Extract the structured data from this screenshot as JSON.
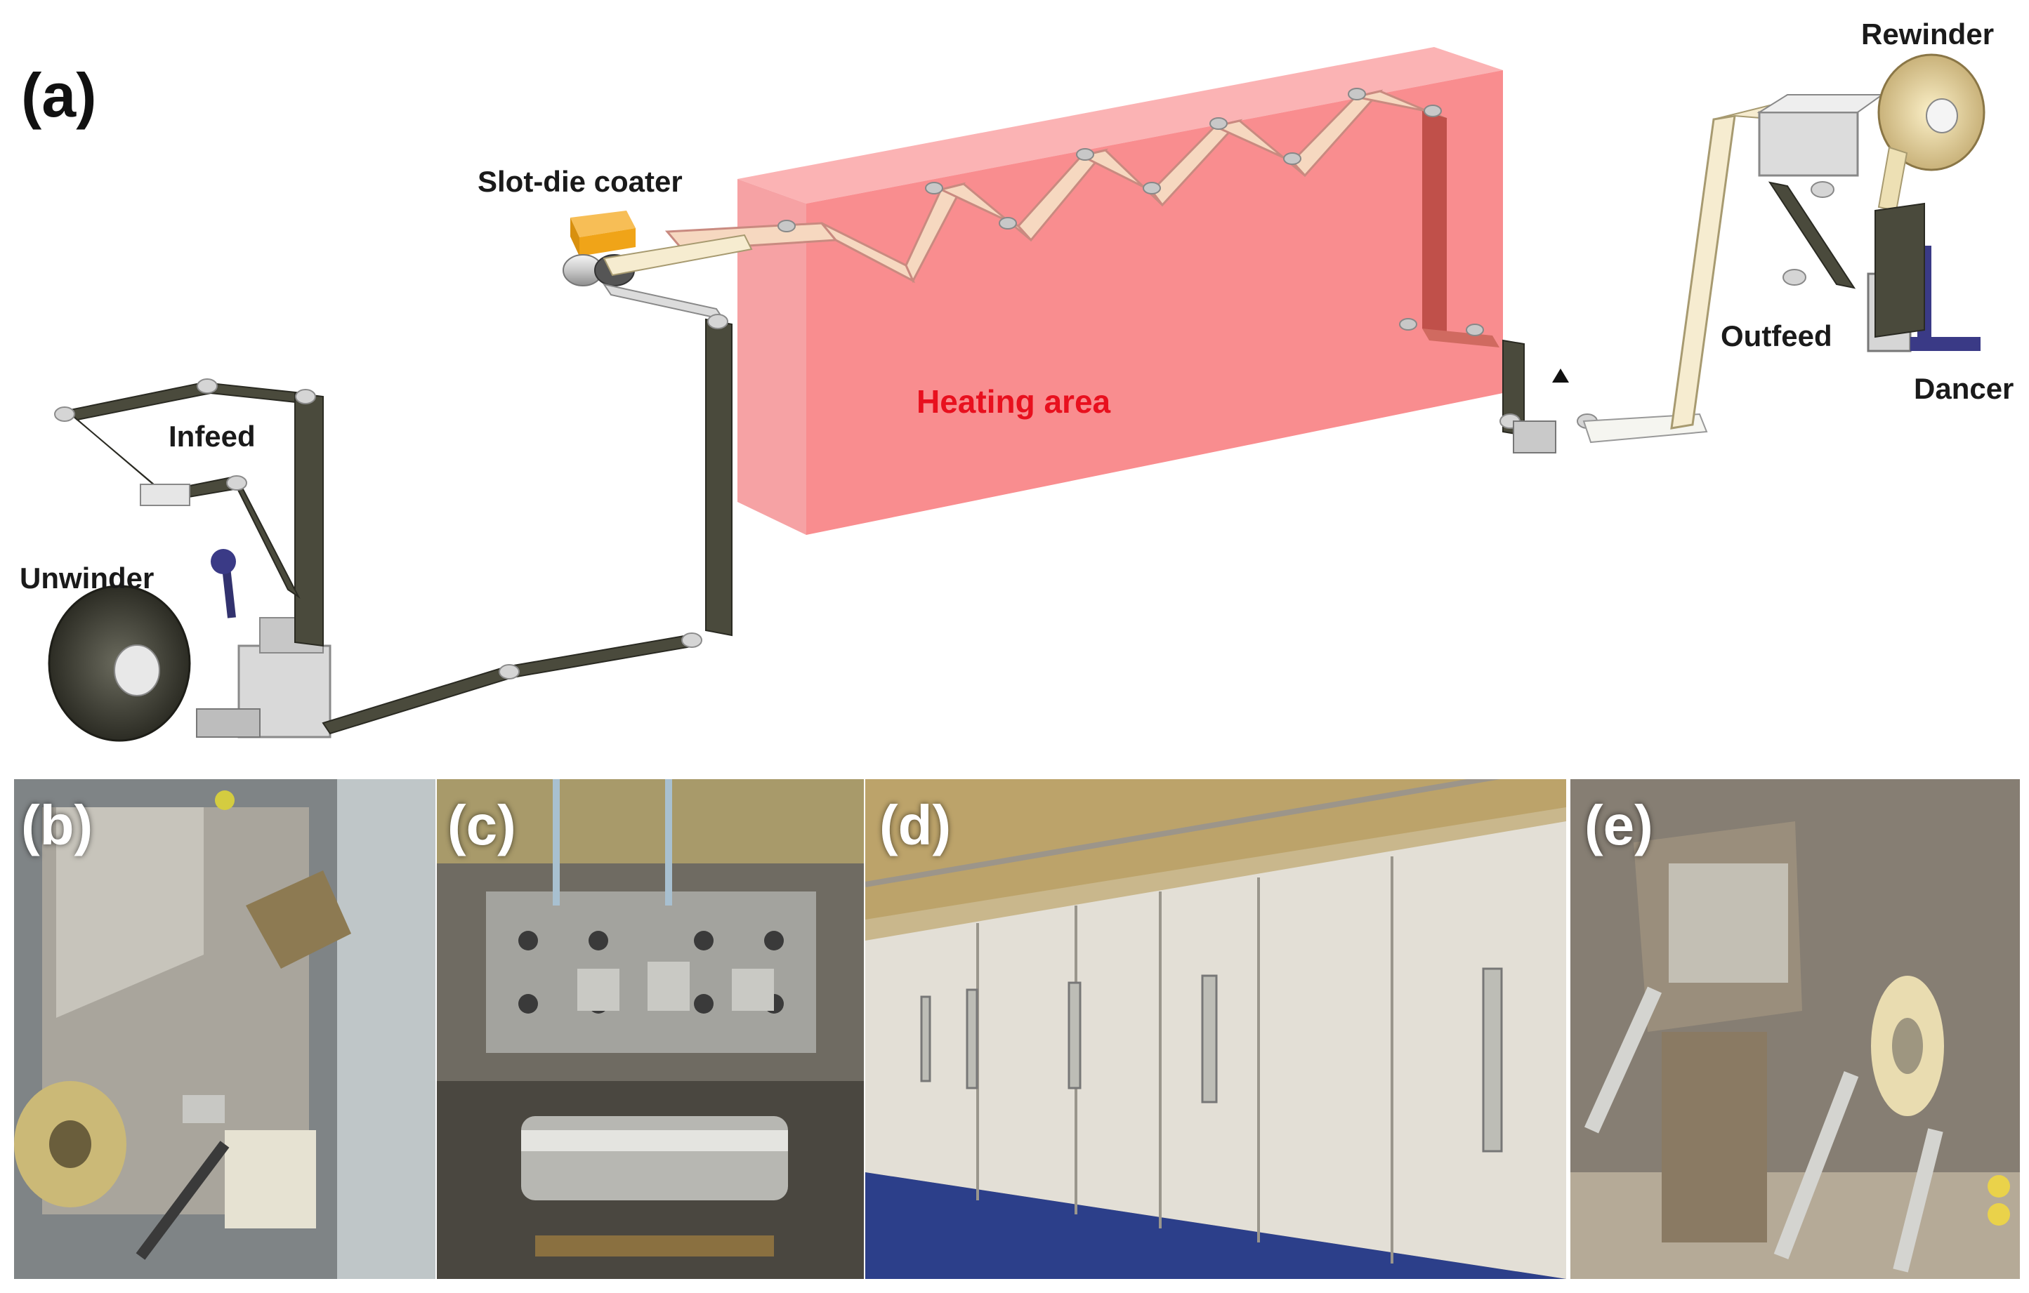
{
  "panels": {
    "a": {
      "label": "(a)",
      "callouts": {
        "rewinder": "Rewinder",
        "slot_die_coater": "Slot-die coater",
        "infeed": "Infeed",
        "unwinder": "Unwinder",
        "heating_area": "Heating area",
        "outfeed": "Outfeed",
        "dancer": "Dancer"
      }
    },
    "b": {
      "label": "(b)"
    },
    "c": {
      "label": "(c)"
    },
    "d": {
      "label": "(d)"
    },
    "e": {
      "label": "(e)"
    }
  },
  "colors": {
    "heating_zone": "#f98d8f",
    "web_dark": "#4a4a3c",
    "web_light": "#f6ecd0",
    "roller": "#d8d8d8",
    "coater": "#f0a418",
    "heating_text": "#e8101e"
  }
}
